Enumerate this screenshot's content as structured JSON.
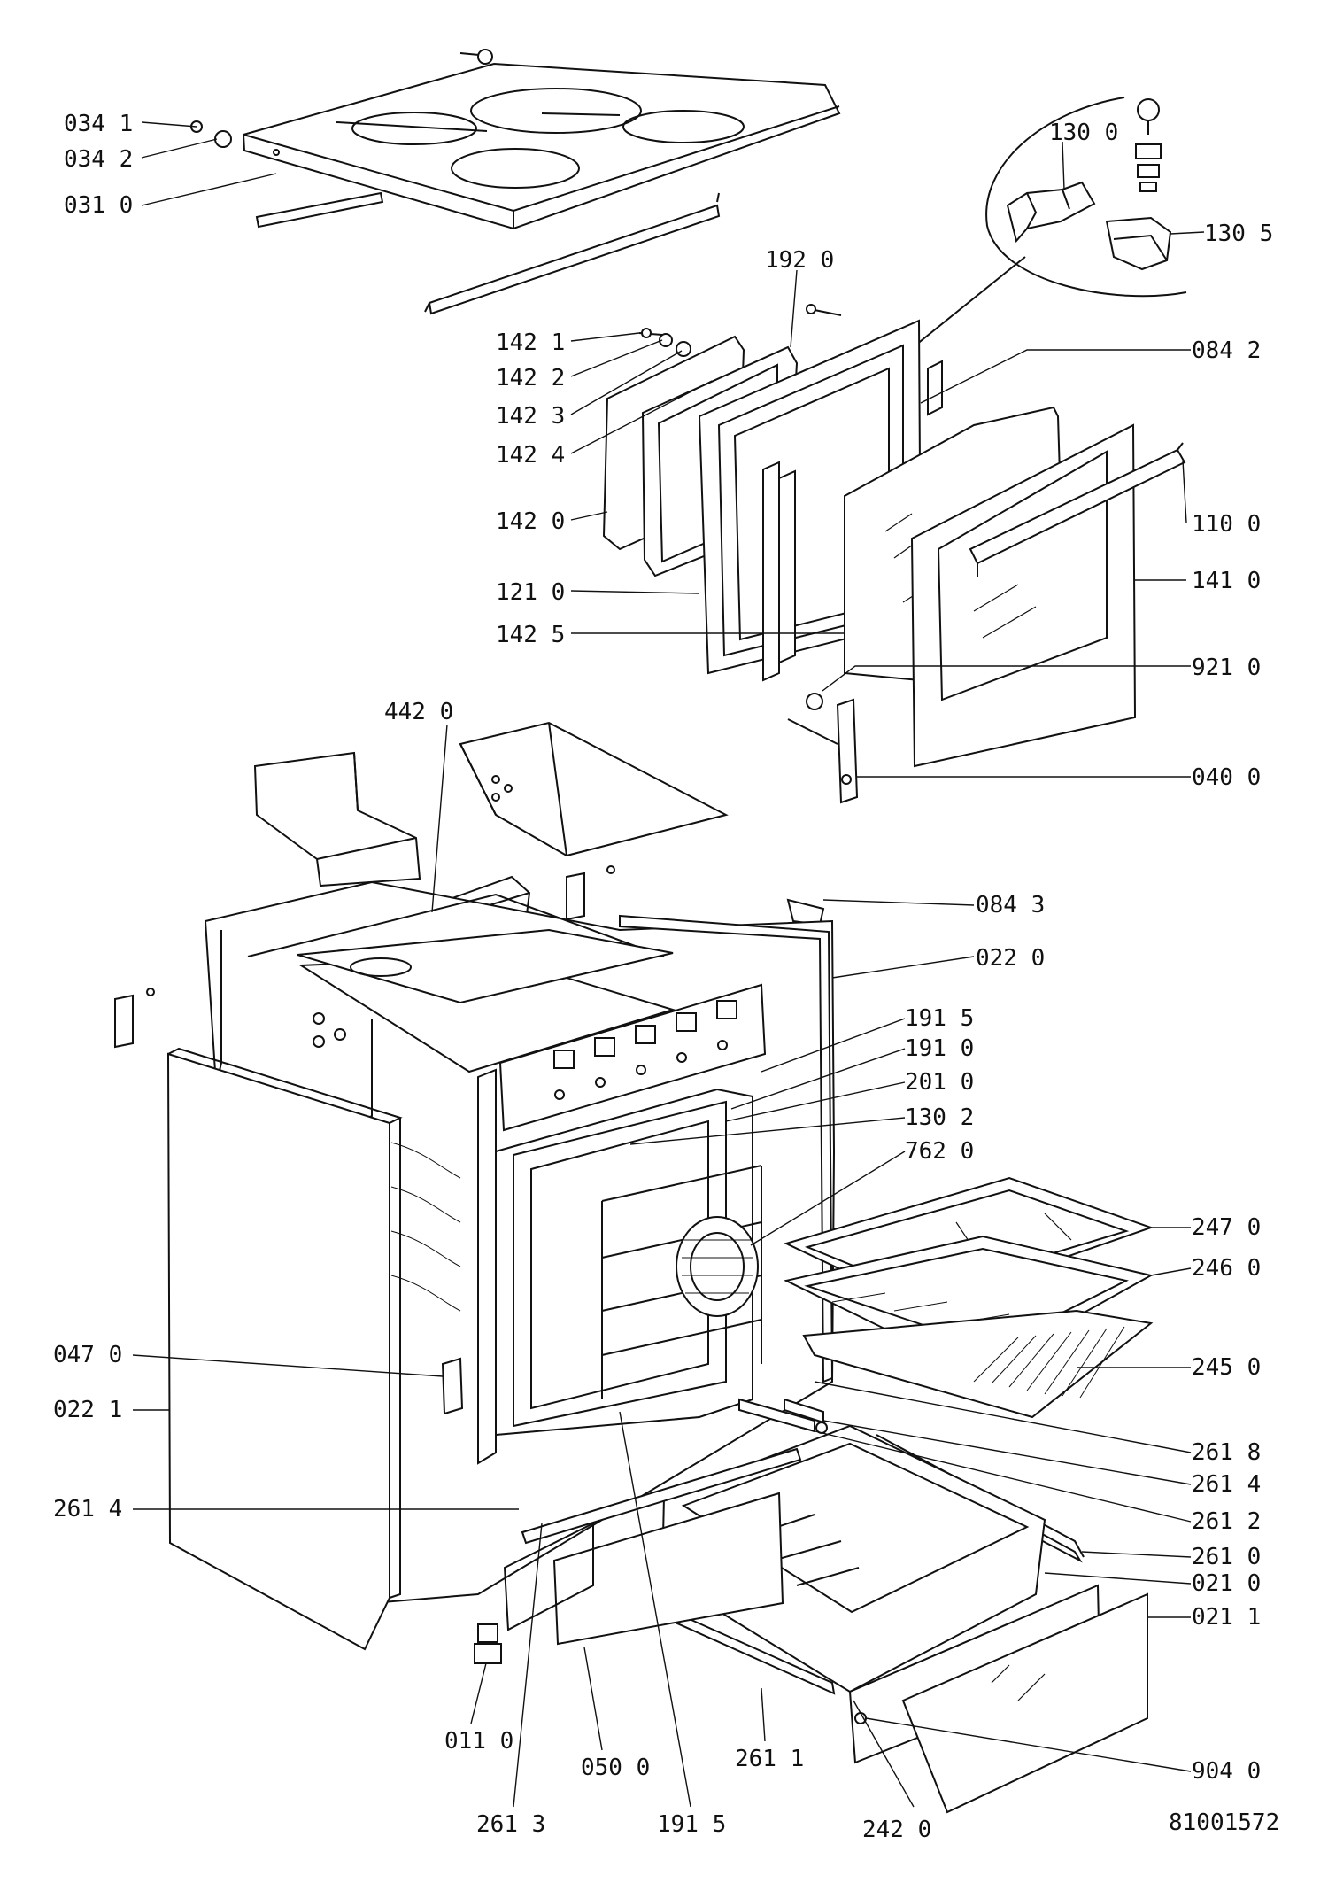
{
  "drawing": {
    "number": "81001572",
    "callouts": [
      {
        "id": "c0341",
        "label": "034 1"
      },
      {
        "id": "c0342",
        "label": "034 2"
      },
      {
        "id": "c0310",
        "label": "031 0"
      },
      {
        "id": "c1300",
        "label": "130 0"
      },
      {
        "id": "c1305",
        "label": "130 5"
      },
      {
        "id": "c1920",
        "label": "192 0"
      },
      {
        "id": "c1421",
        "label": "142 1"
      },
      {
        "id": "c1422",
        "label": "142 2"
      },
      {
        "id": "c1423",
        "label": "142 3"
      },
      {
        "id": "c1424",
        "label": "142 4"
      },
      {
        "id": "c0842",
        "label": "084 2"
      },
      {
        "id": "c1420",
        "label": "142 0"
      },
      {
        "id": "c1100",
        "label": "110 0"
      },
      {
        "id": "c1210",
        "label": "121 0"
      },
      {
        "id": "c1410",
        "label": "141 0"
      },
      {
        "id": "c1425",
        "label": "142 5"
      },
      {
        "id": "c9210",
        "label": "921 0"
      },
      {
        "id": "c4420",
        "label": "442 0"
      },
      {
        "id": "c0400",
        "label": "040 0"
      },
      {
        "id": "c0843",
        "label": "084 3"
      },
      {
        "id": "c0220",
        "label": "022 0"
      },
      {
        "id": "c1915a",
        "label": "191 5"
      },
      {
        "id": "c1910",
        "label": "191 0"
      },
      {
        "id": "c2010",
        "label": "201 0"
      },
      {
        "id": "c1302",
        "label": "130 2"
      },
      {
        "id": "c7620",
        "label": "762 0"
      },
      {
        "id": "c2470",
        "label": "247 0"
      },
      {
        "id": "c2460",
        "label": "246 0"
      },
      {
        "id": "c0470",
        "label": "047 0"
      },
      {
        "id": "c2450",
        "label": "245 0"
      },
      {
        "id": "c0221",
        "label": "022 1"
      },
      {
        "id": "c2618",
        "label": "261 8"
      },
      {
        "id": "c2614a",
        "label": "261 4"
      },
      {
        "id": "c2614b",
        "label": "261 4"
      },
      {
        "id": "c2612",
        "label": "261 2"
      },
      {
        "id": "c2610",
        "label": "261 0"
      },
      {
        "id": "c0210",
        "label": "021 0"
      },
      {
        "id": "c0211",
        "label": "021 1"
      },
      {
        "id": "c0110",
        "label": "011 0"
      },
      {
        "id": "c0500",
        "label": "050 0"
      },
      {
        "id": "c2611",
        "label": "261 1"
      },
      {
        "id": "c9040",
        "label": "904 0"
      },
      {
        "id": "c2613",
        "label": "261 3"
      },
      {
        "id": "c1915b",
        "label": "191 5"
      },
      {
        "id": "c2420",
        "label": "242 0"
      }
    ]
  }
}
